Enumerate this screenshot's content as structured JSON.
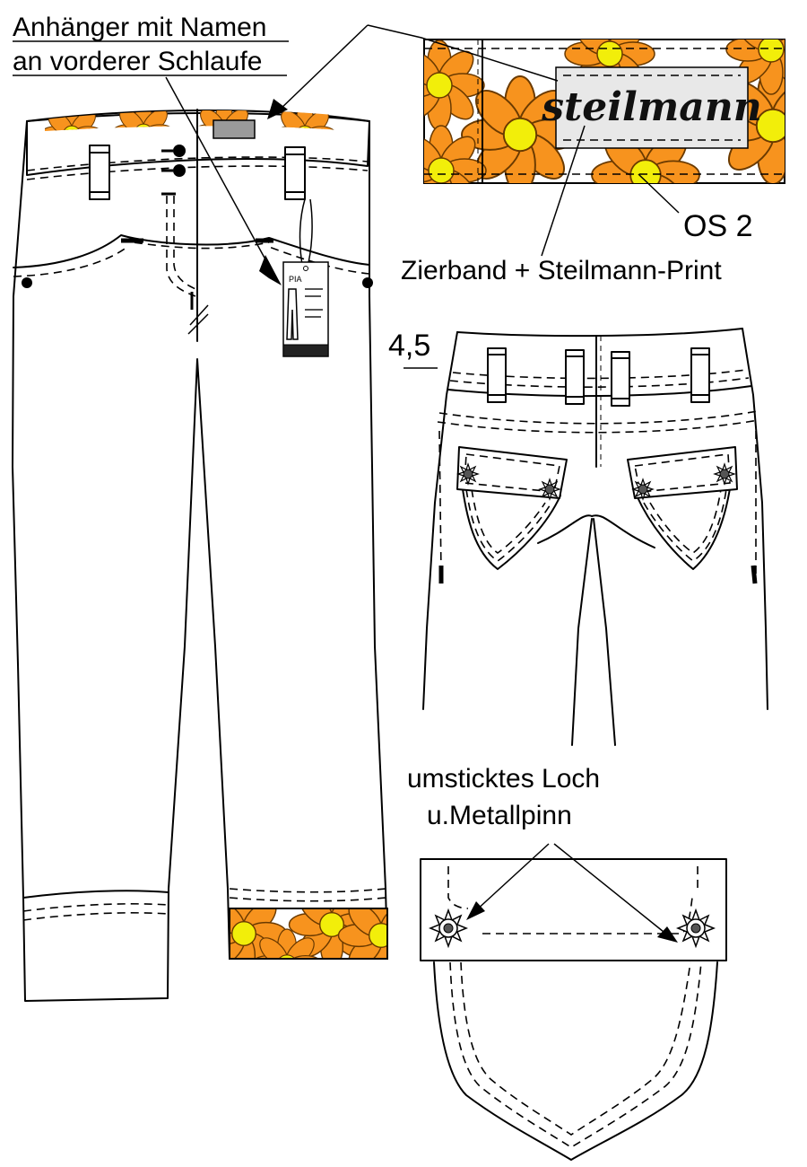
{
  "labels": {
    "tag_line1": "Anhänger mit Namen",
    "tag_line2": "an vorderer Schlaufe",
    "os_code": "OS 2",
    "ribbon_print": "Zierband + Steilmann-Print",
    "measure": "4,5",
    "hole_line1": "umsticktes Loch",
    "hole_line2": "u.Metallpinn"
  },
  "logo": {
    "brand": "steilmann"
  },
  "hang_tag": {
    "name": "PIA"
  },
  "colors": {
    "petal": "#f7931e",
    "petal_stroke": "#6a3a00",
    "flower_center": "#f2ee0a",
    "label_bg": "#e8e8e8",
    "waist_tab": "#9a9a9a"
  }
}
